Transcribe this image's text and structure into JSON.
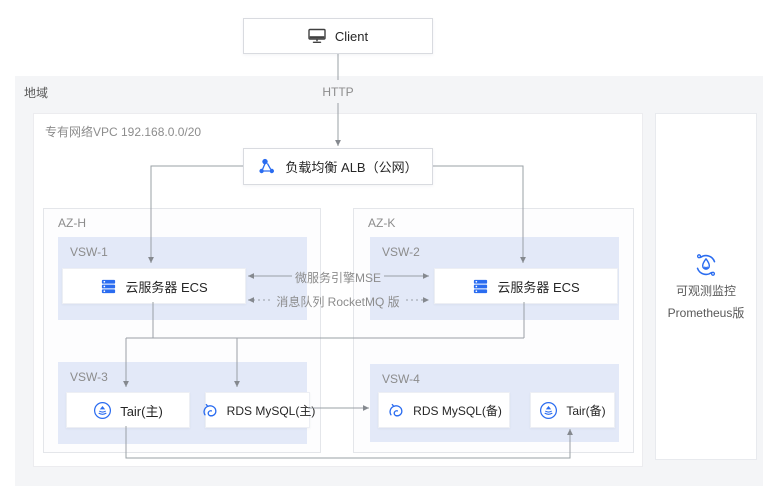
{
  "client": {
    "label": "Client"
  },
  "links": {
    "http": "HTTP",
    "mse": "微服务引擎MSE",
    "rocketmq": "消息队列 RocketMQ 版"
  },
  "region": {
    "label": "地域"
  },
  "vpc": {
    "label": "专有网络VPC 192.168.0.0/20"
  },
  "alb": {
    "label": "负载均衡 ALB（公网）"
  },
  "az_h": {
    "label": "AZ-H",
    "vsw1": {
      "label": "VSW-1",
      "ecs": "云服务器 ECS"
    },
    "vsw3": {
      "label": "VSW-3",
      "tair": "Tair(主)",
      "rds": "RDS MySQL(主)"
    }
  },
  "az_k": {
    "label": "AZ-K",
    "vsw2": {
      "label": "VSW-2",
      "ecs": "云服务器 ECS"
    },
    "vsw4": {
      "label": "VSW-4",
      "rds": "RDS MySQL(备)",
      "tair": "Tair(备)"
    }
  },
  "monitor": {
    "title": "可观测监控",
    "edition": "Prometheus版"
  },
  "colors": {
    "accent_blue": "#2a6cf0",
    "line_gray": "#9aa0a6",
    "vsw_bg": "#e3e9f8",
    "region_bg": "#f4f5f7"
  }
}
